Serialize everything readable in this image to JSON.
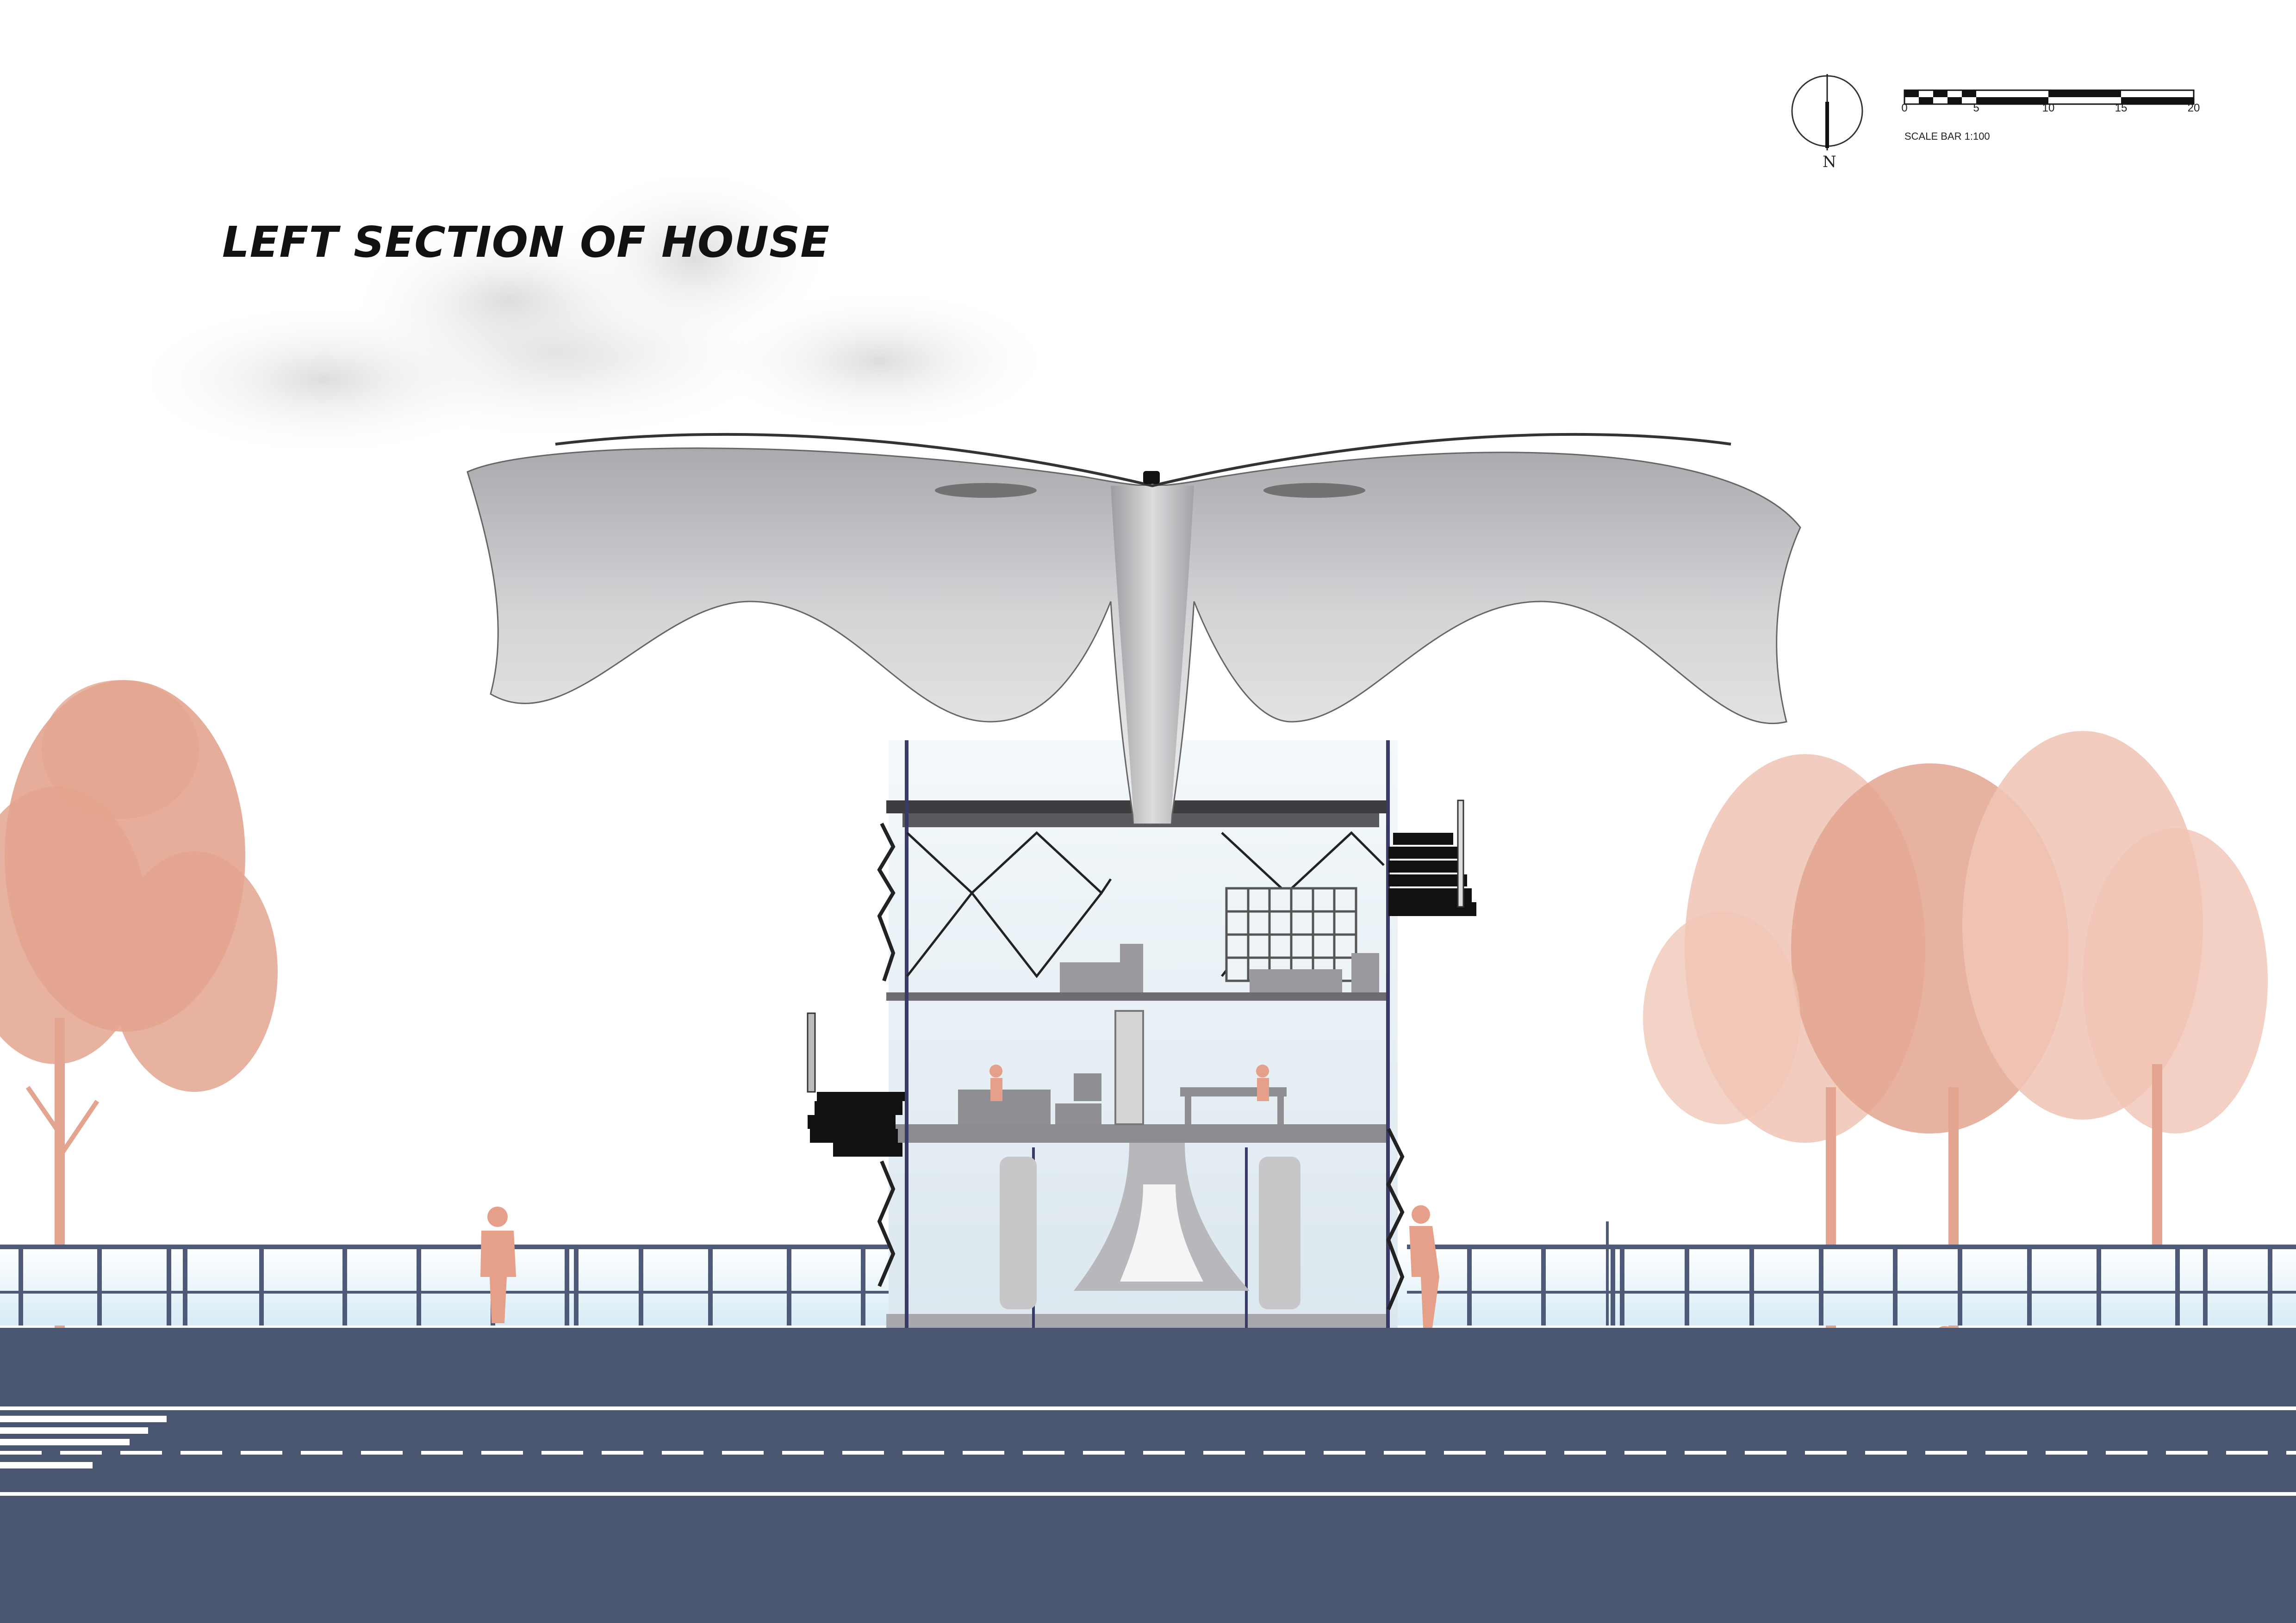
{
  "drawing": {
    "title": "LEFT SECTION OF HOUSE",
    "compass": {
      "label": "N"
    },
    "scale_bar": {
      "ticks": [
        "0",
        "5",
        "10",
        "15",
        "20"
      ],
      "caption": "SCALE BAR 1:100"
    }
  },
  "colors": {
    "road": "#4a5570",
    "tree": "#e3a58f",
    "tree_light": "#f0c4b4",
    "figure": "#e6a08a",
    "canopy": "#c6c7c9",
    "fence": "#4e5a78",
    "glass": "#dfeff6",
    "frame": "#3a3a66"
  }
}
